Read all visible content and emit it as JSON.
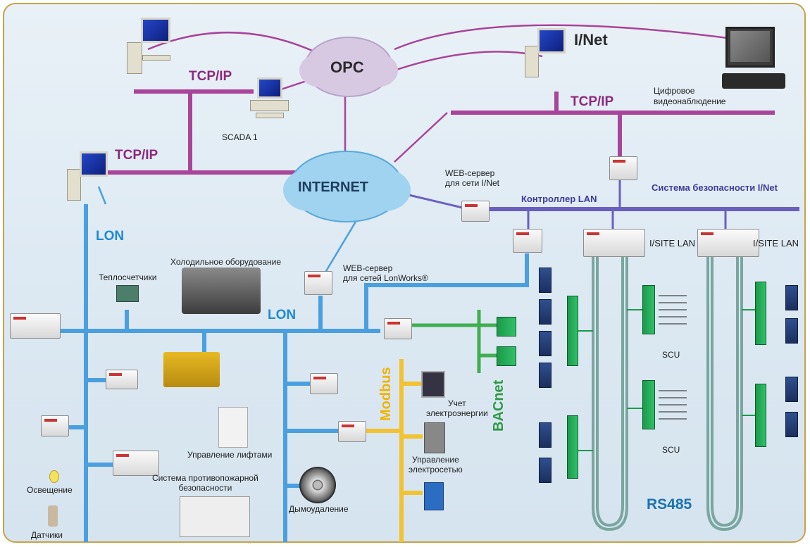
{
  "labels": {
    "opc": "OPC",
    "internet": "INTERNET",
    "inet_top": "I/Net",
    "tcpip_1": "TCP/IP",
    "tcpip_2": "TCP/IP",
    "tcpip_3": "TCP/IP",
    "scada": "SCADA 1",
    "video": "Цифровое\nвидеонаблюдение",
    "web_inet": "WEB-сервер\nдля сети I/Net",
    "controller_lan": "Контроллер LAN",
    "security_inet": "Система безопасности I/Net",
    "isite_lan_1": "I/SITE LAN",
    "isite_lan_2": "I/SITE LAN",
    "lon_1": "LON",
    "lon_2": "LON",
    "web_lon": "WEB-сервер\nдля сетей LonWorks®",
    "cold_equipment": "Холодильное оборудование",
    "heat_meters": "Теплосчетчики",
    "modbus": "Modbus",
    "bacnet": "BACnet",
    "energy_metering": "Учет\nэлектроэнергии",
    "power_control": "Управление\nэлектросетью",
    "elevators": "Управление лифтами",
    "fire_safety": "Система противопожарной\nбезопасности",
    "smoke_removal": "Дымоудаление",
    "lighting": "Освещение",
    "sensors": "Датчики",
    "scu_1": "SCU",
    "scu_2": "SCU",
    "rs485": "RS485"
  },
  "colors": {
    "tcp": "#9a3d8c",
    "lon": "#4a9fe0",
    "lan": "#6a5fc0",
    "modbus": "#f2c230",
    "bacnet": "#3fae4f",
    "frame": "#c9a14a"
  }
}
